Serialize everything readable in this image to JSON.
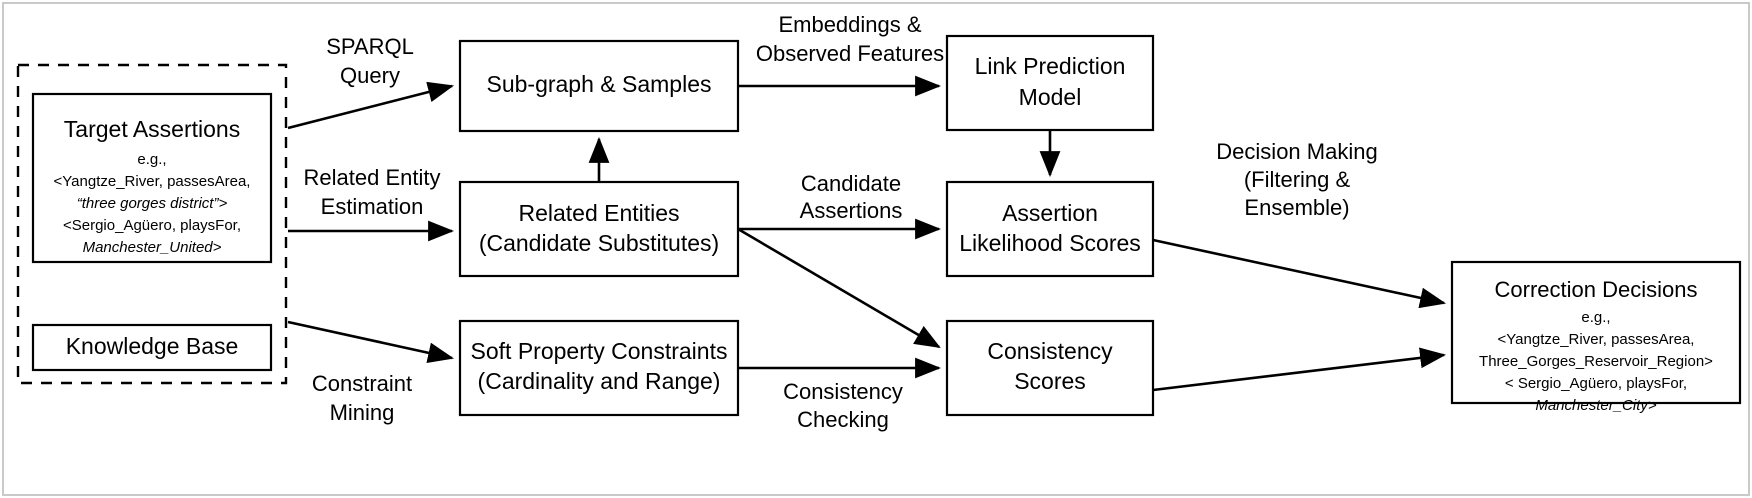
{
  "diagram": {
    "title": "Knowledge Base Assertion Correction Pipeline",
    "colors": {
      "stroke": "#000000",
      "fill": "#ffffff",
      "frame": "#c9c9c9"
    },
    "nodes": {
      "target_assertions": {
        "title": "Target Assertions",
        "example_label": "e.g.,",
        "lines": [
          {
            "text": "<Yangtze_River, passesArea,",
            "italic": false
          },
          {
            "text": "“three gorges district”>",
            "italic": true
          },
          {
            "text": "<Sergio_Agüero, playsFor,",
            "italic": false
          },
          {
            "text": "Manchester_United>",
            "italic": true
          }
        ]
      },
      "knowledge_base": {
        "title": "Knowledge Base"
      },
      "subgraph_samples": {
        "title": "Sub-graph & Samples"
      },
      "related_entities": {
        "line1": "Related Entities",
        "line2": "(Candidate Substitutes)"
      },
      "soft_property_constraints": {
        "line1": "Soft Property Constraints",
        "line2": "(Cardinality and Range)"
      },
      "link_prediction_model": {
        "line1": "Link Prediction",
        "line2": "Model"
      },
      "assertion_likelihood_scores": {
        "line1": "Assertion",
        "line2": "Likelihood Scores"
      },
      "consistency_scores": {
        "line1": "Consistency",
        "line2": "Scores"
      },
      "correction_decisions": {
        "title": "Correction Decisions",
        "example_label": "e.g.,",
        "lines": [
          {
            "text": "<Yangtze_River, passesArea,",
            "italic": false
          },
          {
            "text": "Three_Gorges_Reservoir_Region>",
            "italic": false
          },
          {
            "text": "< Sergio_Agüero, playsFor,",
            "italic": false
          },
          {
            "text": "Manchester_City>",
            "italic": true
          }
        ]
      }
    },
    "edge_labels": {
      "sparql_query": {
        "line1": "SPARQL",
        "line2": "Query"
      },
      "related_entity_estimation": {
        "line1": "Related Entity",
        "line2": "Estimation"
      },
      "constraint_mining": {
        "line1": "Constraint",
        "line2": "Mining"
      },
      "embeddings_observed_features": {
        "line1": "Embeddings &",
        "line2": "Observed Features"
      },
      "candidate_assertions": {
        "line1": "Candidate",
        "line2": "Assertions"
      },
      "consistency_checking": {
        "line1": "Consistency",
        "line2": "Checking"
      },
      "decision_making": {
        "line1": "Decision Making",
        "line2": "(Filtering &",
        "line3": "Ensemble)"
      }
    }
  }
}
